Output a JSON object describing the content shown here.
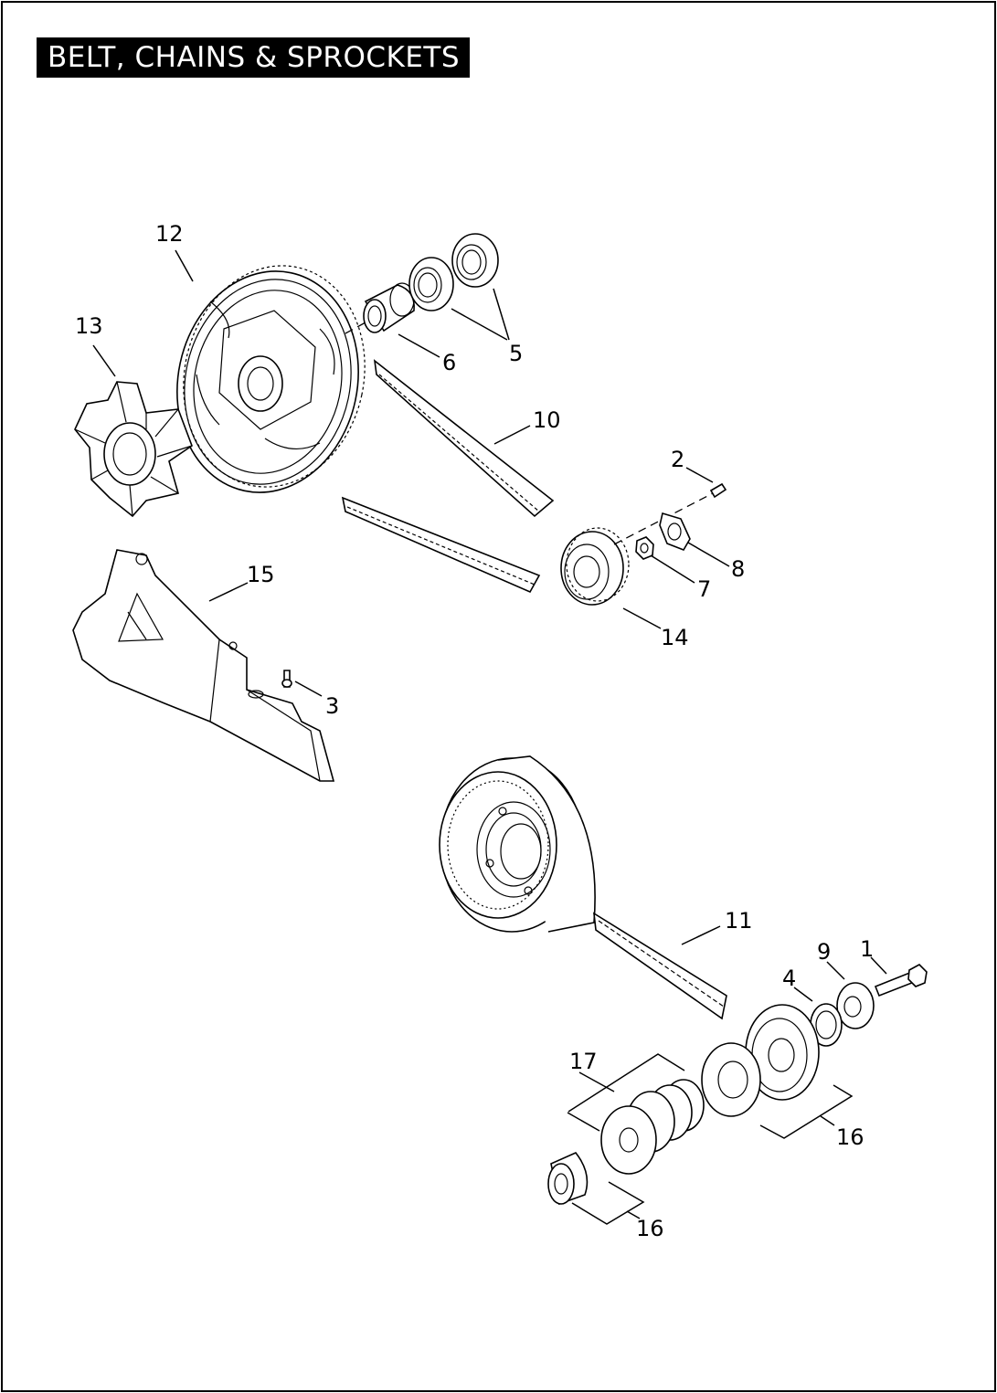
{
  "title": "BELT, CHAINS & SPROCKETS",
  "callouts": [
    {
      "id": "c12",
      "label": "12"
    },
    {
      "id": "c13",
      "label": "13"
    },
    {
      "id": "c6",
      "label": "6"
    },
    {
      "id": "c5",
      "label": "5"
    },
    {
      "id": "c10",
      "label": "10"
    },
    {
      "id": "c2",
      "label": "2"
    },
    {
      "id": "c8",
      "label": "8"
    },
    {
      "id": "c7",
      "label": "7"
    },
    {
      "id": "c14",
      "label": "14"
    },
    {
      "id": "c15",
      "label": "15"
    },
    {
      "id": "c3",
      "label": "3"
    },
    {
      "id": "c11",
      "label": "11"
    },
    {
      "id": "c9",
      "label": "9"
    },
    {
      "id": "c1",
      "label": "1"
    },
    {
      "id": "c4",
      "label": "4"
    },
    {
      "id": "c17",
      "label": "17"
    },
    {
      "id": "c16a",
      "label": "16"
    },
    {
      "id": "c16b",
      "label": "16"
    }
  ]
}
